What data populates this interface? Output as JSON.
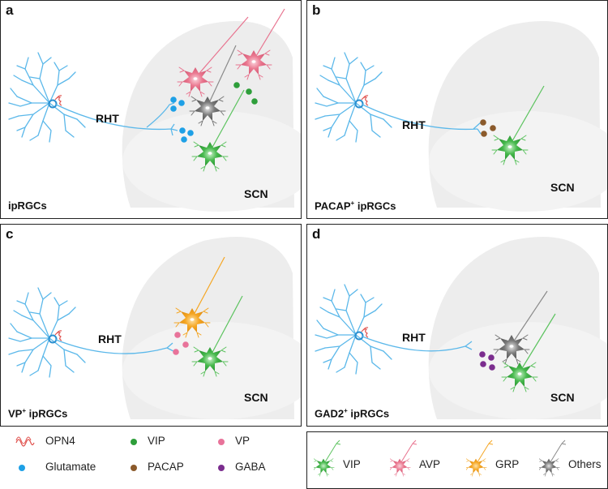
{
  "panels": [
    {
      "letter": "a",
      "rht": "RHT",
      "scn": "SCN",
      "caption_main": "ipRGCs",
      "caption_sup": ""
    },
    {
      "letter": "b",
      "rht": "RHT",
      "scn": "SCN",
      "caption_main": "ipRGCs",
      "caption_sup": "+",
      "caption_pre": "PACAP"
    },
    {
      "letter": "c",
      "rht": "RHT",
      "scn": "SCN",
      "caption_main": "ipRGCs",
      "caption_sup": "+",
      "caption_pre": "VP"
    },
    {
      "letter": "d",
      "rht": "RHT",
      "scn": "SCN",
      "caption_main": "ipRGCs",
      "caption_sup": "+",
      "caption_pre": "GAD2"
    }
  ],
  "legend_left": [
    {
      "label": "OPN4",
      "icon": "opn4-receptor-icon"
    },
    {
      "label": "VIP",
      "icon": "dot-icon",
      "color": "#2e9e3a"
    },
    {
      "label": "VP",
      "icon": "dot-icon",
      "color": "#e8739a"
    },
    {
      "label": "Glutamate",
      "icon": "dot-icon",
      "color": "#1ea0e6"
    },
    {
      "label": "PACAP",
      "icon": "dot-icon",
      "color": "#8b5a2b"
    },
    {
      "label": "GABA",
      "icon": "dot-icon",
      "color": "#7b2d8e"
    }
  ],
  "legend_right": [
    {
      "label": "VIP",
      "icon": "neuron-icon",
      "color": "#3bb54a"
    },
    {
      "label": "AVP",
      "icon": "neuron-icon",
      "color": "#e8728e"
    },
    {
      "label": "GRP",
      "icon": "neuron-icon",
      "color": "#f5a623"
    },
    {
      "label": "Others",
      "icon": "neuron-icon",
      "color": "#6e6e6e"
    }
  ],
  "colors": {
    "iprgc": "#4fb3e8",
    "opn4": "#e0524e",
    "vip_neuron": "#3bb54a",
    "avp_neuron": "#e8728e",
    "grp_neuron": "#f5a623",
    "other_neuron": "#6e6e6e",
    "glutamate": "#1ea0e6",
    "vip_dot": "#2e9e3a",
    "pacap_dot": "#8b5a2b",
    "vp_dot": "#e8739a",
    "gaba_dot": "#7b2d8e",
    "scn_bg": "#ececec"
  }
}
